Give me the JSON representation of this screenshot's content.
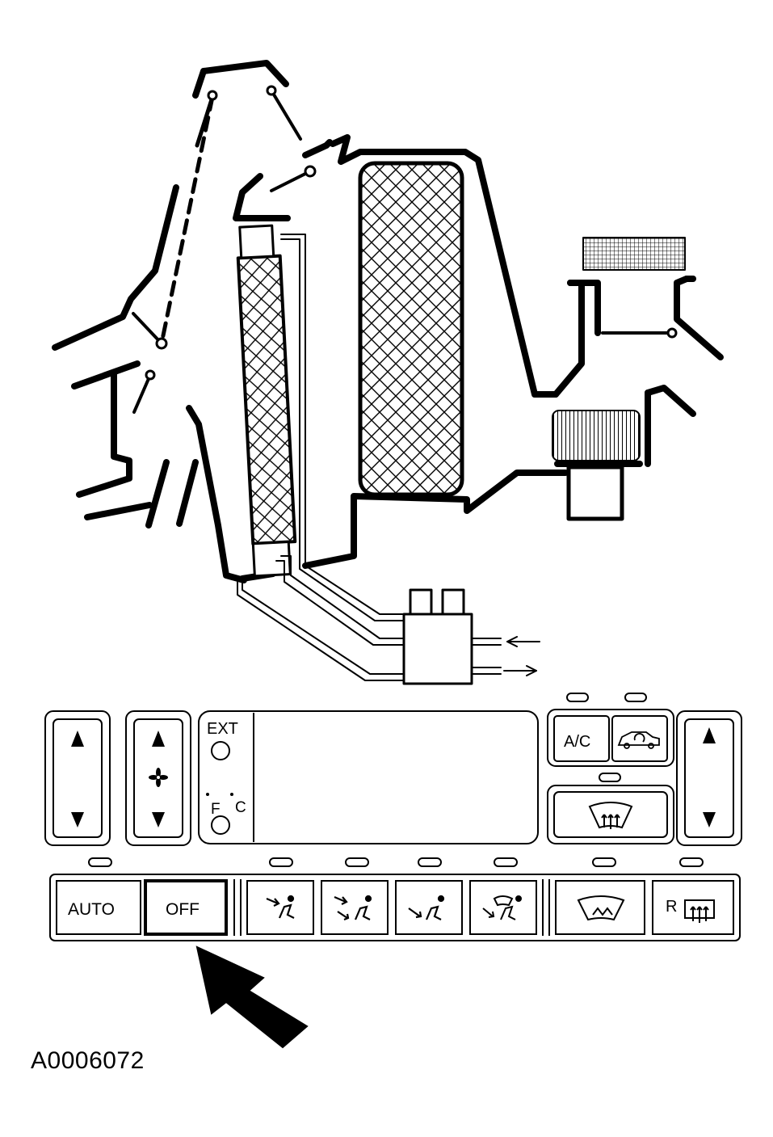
{
  "figure_id": "A0006072",
  "panel": {
    "ext_label": "EXT",
    "unit_f": "F",
    "unit_c": "C",
    "ac_label": "A/C",
    "auto_label": "AUTO",
    "off_label": "OFF",
    "rear_defrost_letter": "R"
  },
  "icons": {
    "left_temp": [
      "arrow-up-icon",
      "arrow-down-icon"
    ],
    "fan": [
      "arrow-up-icon",
      "fan-icon",
      "arrow-down-icon"
    ],
    "right_temp": [
      "arrow-up-icon",
      "arrow-down-icon"
    ],
    "mode_buttons": [
      "panel-vent-mode-icon",
      "bilevel-mode-icon",
      "floor-mode-icon",
      "floor-defrost-mode-icon"
    ],
    "recirc": "car-recirculation-icon",
    "max_defrost": "max-defrost-icon",
    "windshield_defrost": "windshield-defrost-icon",
    "rear_defrost": "rear-defrost-icon"
  },
  "colors": {
    "ink": "#000000",
    "paper": "#ffffff"
  }
}
